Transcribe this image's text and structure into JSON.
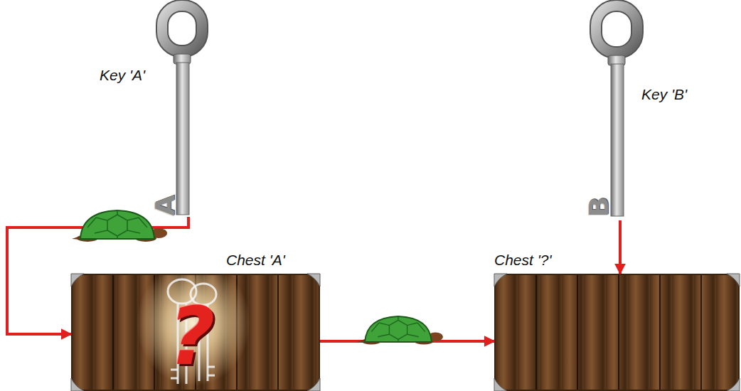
{
  "diagram": {
    "nodes": [
      {
        "text": [
          "Key 'A'",
          "A"
        ]
      },
      {
        "text": [
          "Key 'B'",
          "B"
        ]
      },
      {
        "text": [
          "Chest 'A'",
          "?"
        ]
      },
      {
        "text": [
          "Chest '?'"
        ]
      }
    ],
    "edges": [
      {
        "from": 0,
        "to": 2,
        "arrow": "to"
      },
      {
        "from": 2,
        "to": 3,
        "arrow": "to"
      },
      {
        "from": 1,
        "to": 3,
        "arrow": "to"
      }
    ]
  }
}
